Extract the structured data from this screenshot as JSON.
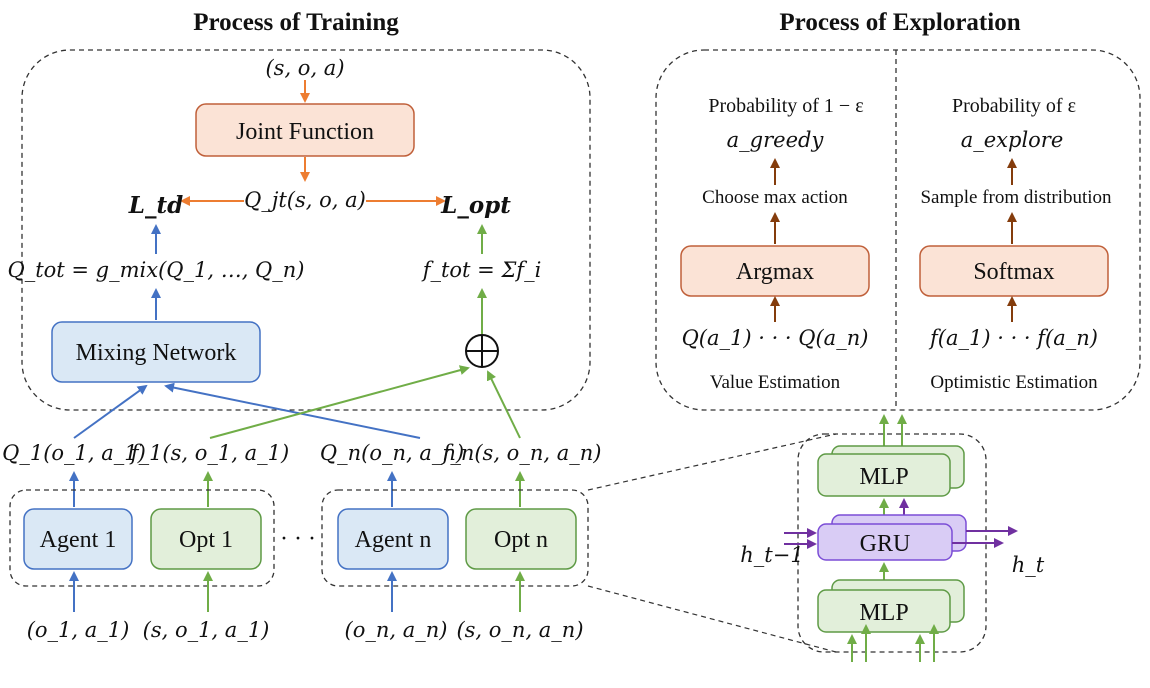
{
  "titles": {
    "training": "Process of Training",
    "exploration": "Process of Exploration"
  },
  "training": {
    "input": "(s, o, a)",
    "joint_function": "Joint Function",
    "q_jt": "Q_jt(s, o, a)",
    "l_td": "L_td",
    "l_opt": "L_opt",
    "q_tot": "Q_tot = g_mix(Q_1, …, Q_n)",
    "f_tot": "f_tot = Σf_i",
    "mixing_network": "Mixing Network",
    "sum_symbol": "⊕"
  },
  "agents": {
    "q1": "Q_1(o_1, a_1)",
    "f1": "f_1(s, o_1, a_1)",
    "qn": "Q_n(o_n, a_n)",
    "fn": "f_n(s, o_n, a_n)",
    "agent1": "Agent 1",
    "opt1": "Opt 1",
    "agentn": "Agent n",
    "optn": "Opt n",
    "ellipsis": "· · ·",
    "in_agent1": "(o_1, a_1)",
    "in_opt1": "(s, o_1, a_1)",
    "in_agentn": "(o_n, a_n)",
    "in_optn": "(s, o_n, a_n)"
  },
  "exploration": {
    "prob_greedy": "Probability of 1 − ε",
    "a_greedy": "a_greedy",
    "choose_max": "Choose max action",
    "argmax": "Argmax",
    "q_values": "Q(a_1) · · · Q(a_n)",
    "value_estimation": "Value Estimation",
    "prob_explore": "Probability of ε",
    "a_explore": "a_explore",
    "sample": "Sample from distribution",
    "softmax": "Softmax",
    "f_values": "f(a_1) · · · f(a_n)",
    "optimistic_estimation": "Optimistic Estimation"
  },
  "network": {
    "mlp_top": "MLP",
    "gru": "GRU",
    "mlp_bottom": "MLP",
    "h_prev": "h_t−1",
    "h_t": "h_t"
  },
  "colors": {
    "orange_fill": "#FBE3D6",
    "orange_stroke": "#C0603A",
    "blue_fill": "#DAE8F5",
    "blue_stroke": "#4472C4",
    "green_fill": "#E2EFDA",
    "green_stroke": "#5E9A45",
    "purple_fill": "#D9CCF5",
    "purple_stroke": "#7B4DD6",
    "arrow_orange": "#ED7D31",
    "arrow_blue": "#4472C4",
    "arrow_green": "#70AD47",
    "arrow_brown": "#843C0C",
    "arrow_purple": "#7030A0"
  }
}
